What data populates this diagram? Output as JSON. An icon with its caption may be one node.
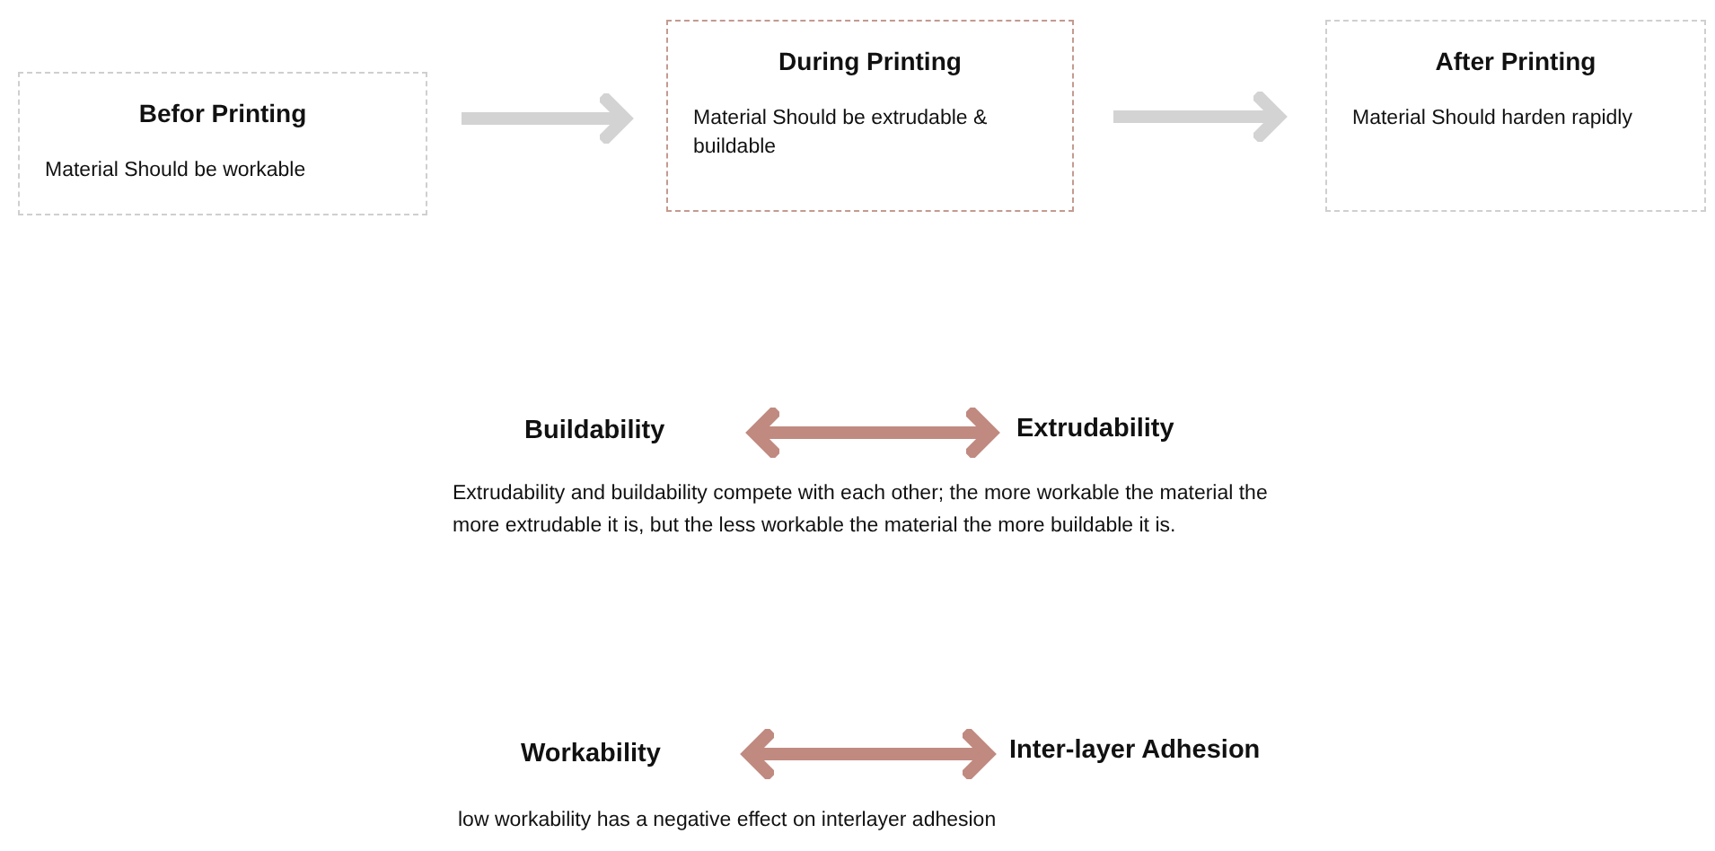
{
  "diagram": {
    "nodes": [
      {
        "text": [
          "Befor Printing",
          "Material Should be workable"
        ]
      },
      {
        "text": [
          "During Printing",
          "Material Should be extrudable & buildable"
        ]
      },
      {
        "text": [
          "After Printing",
          "Material Should harden rapidly"
        ]
      },
      {
        "text": [
          "Buildability"
        ]
      },
      {
        "text": [
          "Extrudability"
        ]
      },
      {
        "text": [
          "Workability"
        ]
      },
      {
        "text": [
          "Inter-layer Adhesion"
        ]
      }
    ],
    "edges": [
      {
        "from": 0,
        "to": 1,
        "arrow": "to",
        "color": "#d3d3d3"
      },
      {
        "from": 1,
        "to": 2,
        "arrow": "to",
        "color": "#d3d3d3"
      },
      {
        "from": 3,
        "to": 4,
        "arrow": "both",
        "color": "#c08a80"
      },
      {
        "from": 5,
        "to": 6,
        "arrow": "both",
        "color": "#c08a80"
      }
    ],
    "labels": [
      "Extrudability and buildability compete with each other; the more workable the material the more extrudable it is, but the less workable the material the more buildable it is.",
      "low workability has a negative effect on interlayer adhesion"
    ]
  }
}
